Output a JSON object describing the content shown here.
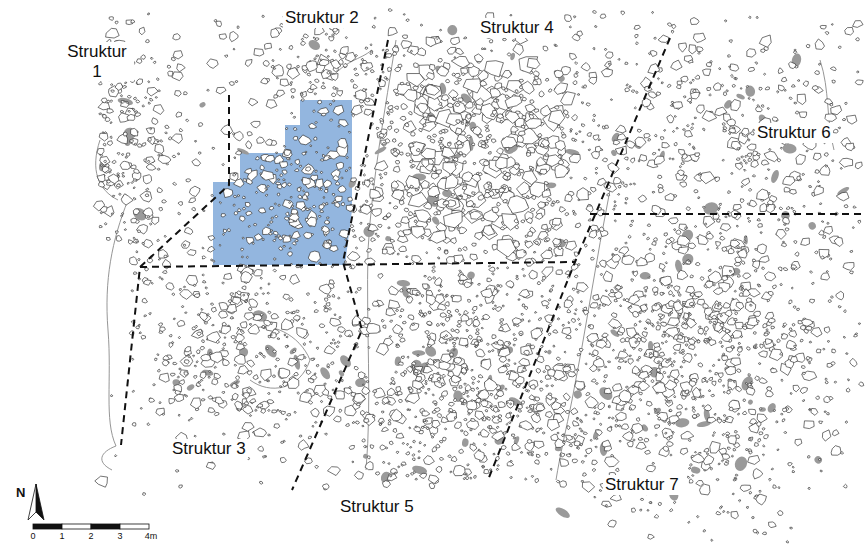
{
  "diagram": {
    "labels": [
      "Struktur 1",
      "Struktur 2",
      "Struktur 4",
      "Struktur 6",
      "Struktur 3",
      "Struktur 5",
      "Struktur 7",
      "N",
      "0",
      "1",
      "2",
      "3",
      "4m"
    ]
  }
}
